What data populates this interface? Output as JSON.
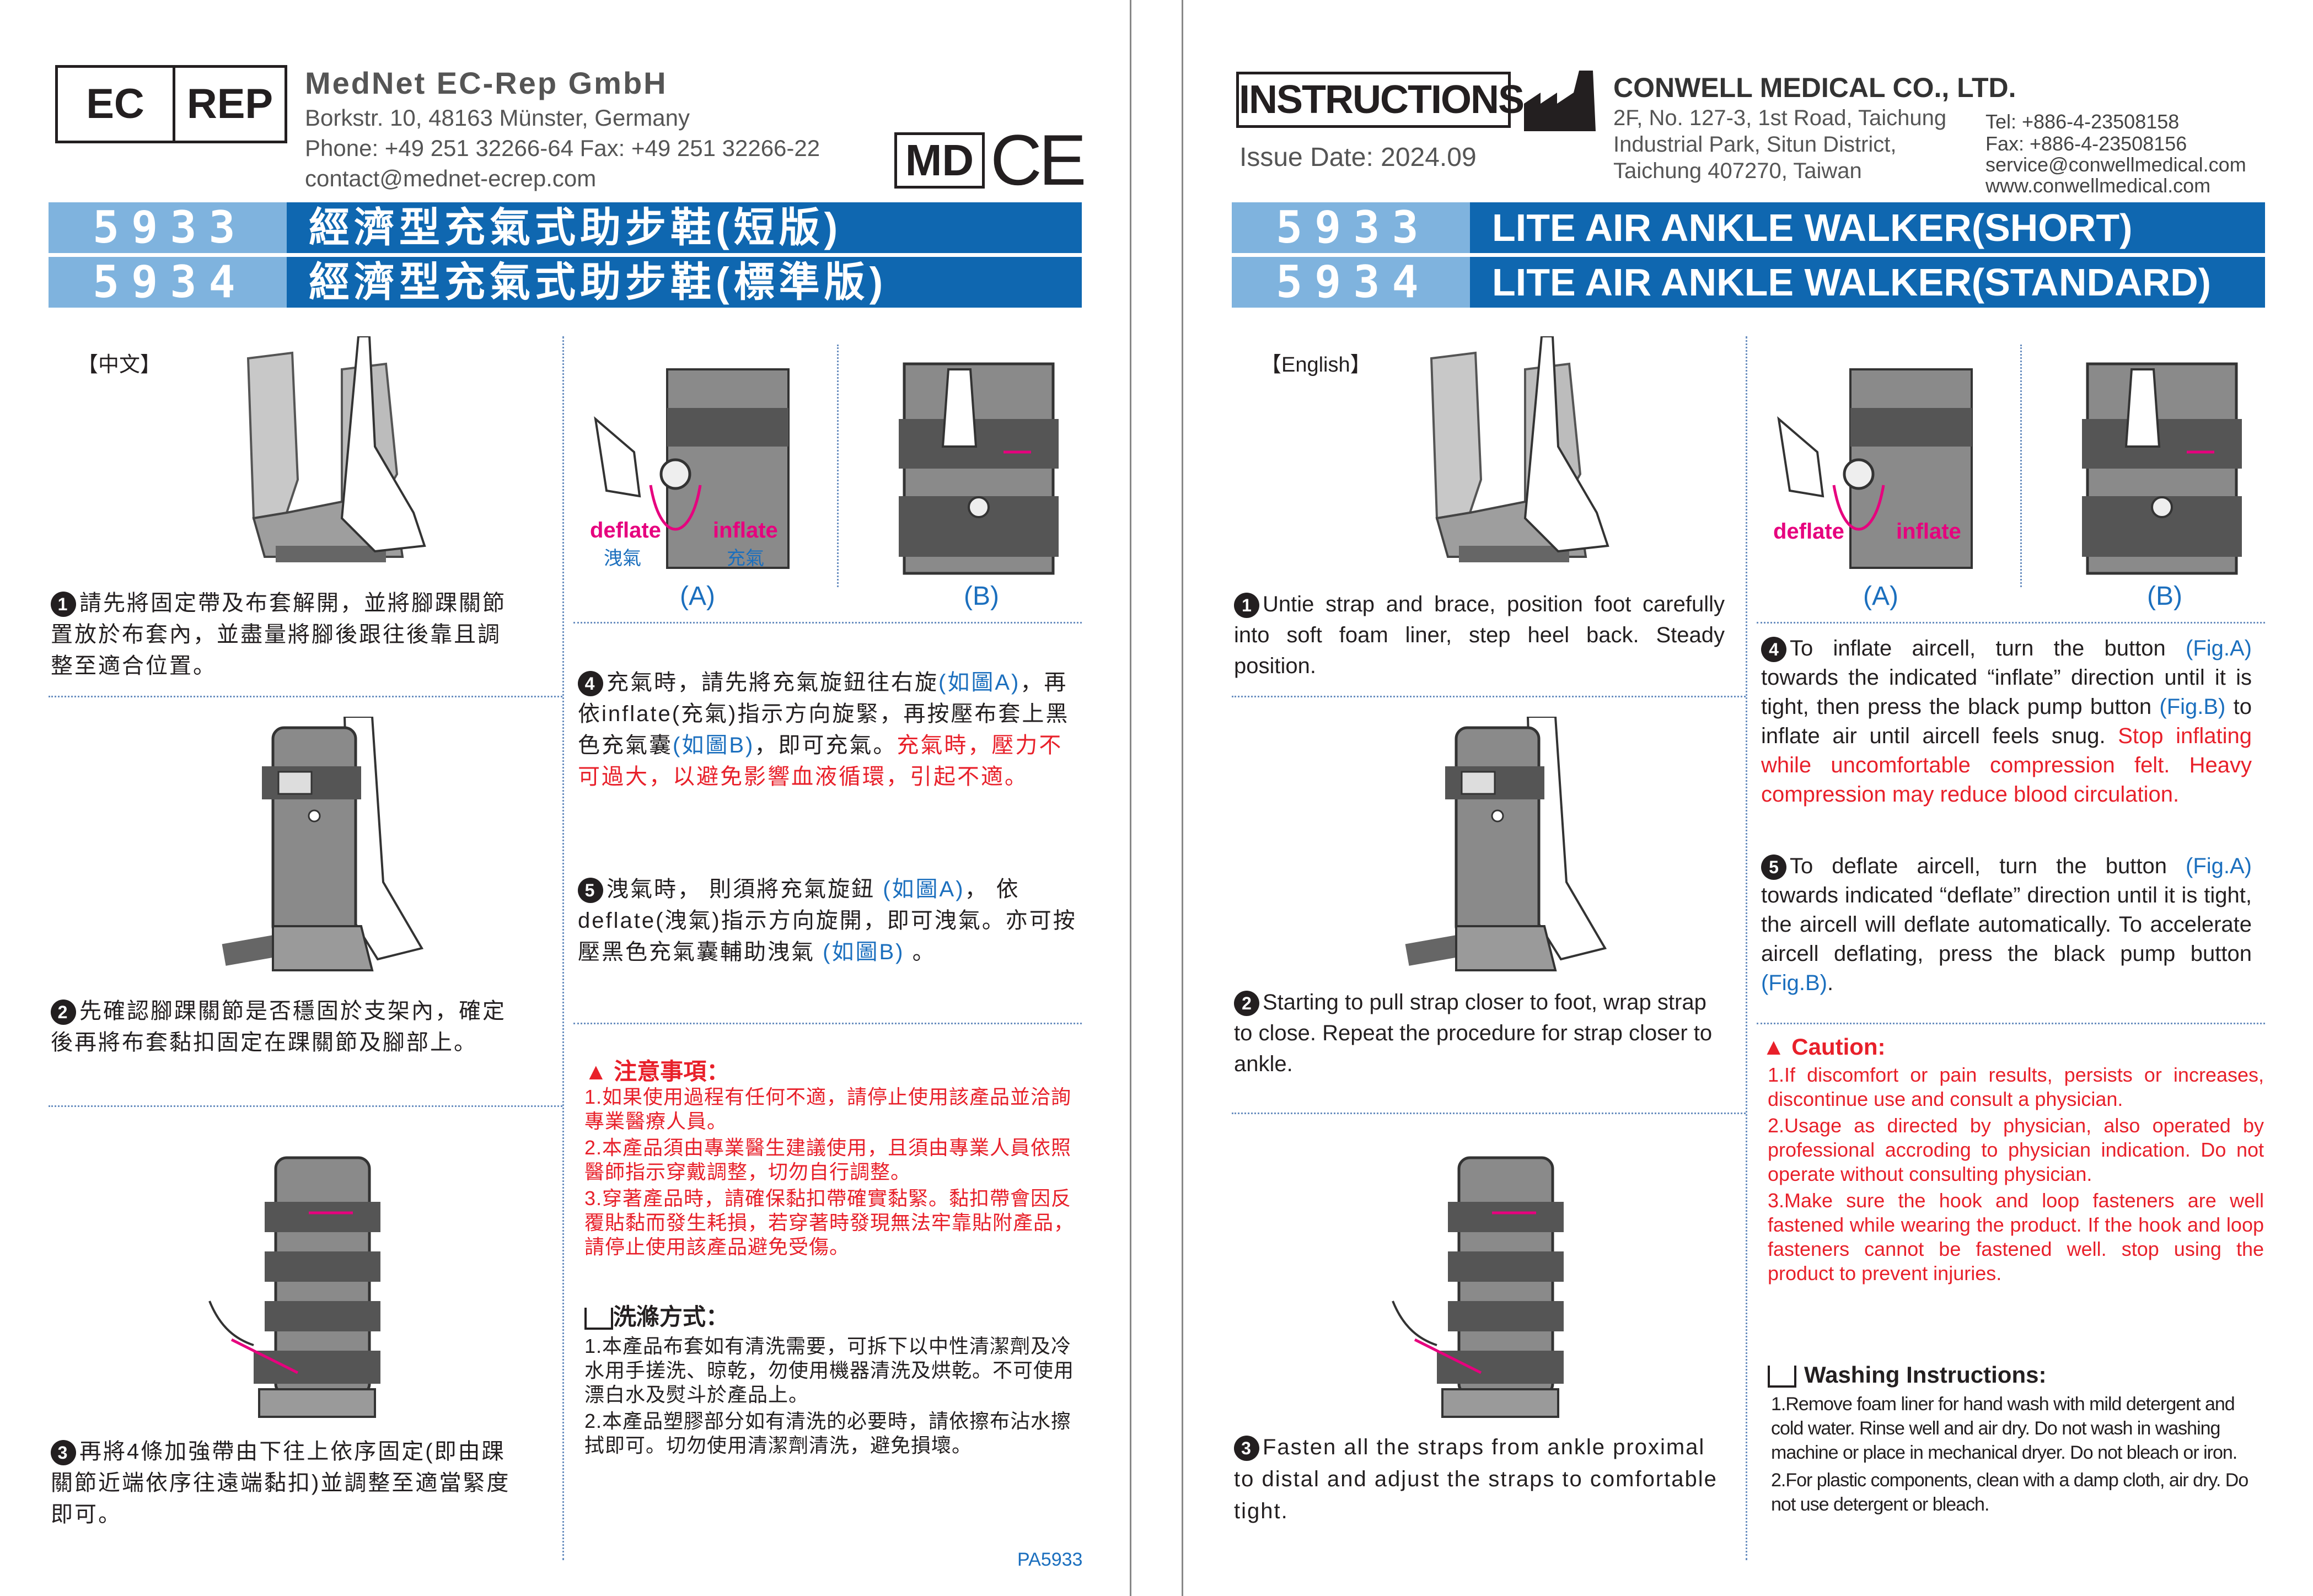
{
  "left": {
    "ecrep": {
      "ec": "EC",
      "rep": "REP"
    },
    "company": {
      "name": "MedNet EC-Rep GmbH",
      "address": "Borkstr. 10, 48163 Münster, Germany",
      "phone": "Phone: +49 251 32266-64  Fax: +49 251 32266-22",
      "email": "contact@mednet-ecrep.com"
    },
    "md": "MD",
    "ce": "CE",
    "bands": [
      {
        "num": "5933",
        "title": "經濟型充氣式助步鞋(短版)"
      },
      {
        "num": "5934",
        "title": "經濟型充氣式助步鞋(標準版)"
      }
    ],
    "lang": "【中文】",
    "fig_labels": {
      "a": "(A)",
      "b": "(B)",
      "deflate": "deflate",
      "inflate": "inflate",
      "deflate_zh": "洩氣",
      "inflate_zh": "充氣"
    },
    "steps": {
      "s1": {
        "n": "1",
        "text": "請先將固定帶及布套解開，並將腳踝關節置放於布套內，並盡量將腳後跟往後靠且調整至適合位置。"
      },
      "s2": {
        "n": "2",
        "text": "先確認腳踝關節是否穩固於支架內，確定後再將布套黏扣固定在踝關節及腳部上。"
      },
      "s3": {
        "n": "3",
        "text": "再將4條加強帶由下往上依序固定(即由踝關節近端依序往遠端黏扣)並調整至適當緊度即可。"
      },
      "s4": {
        "n": "4",
        "a": "充氣時，請先將充氣旋鈕往右旋",
        "b": "(如圖A)",
        "c": "，再依inflate(充氣)指示方向旋緊，再按壓布套上黑色充氣囊",
        "d": "(如圖B)",
        "e": "，即可充氣。",
        "red": "充氣時，壓力不可過大，以避免影響血液循環，引起不適。"
      },
      "s5": {
        "n": "5",
        "a": "洩氣時， 則須將充氣旋鈕 ",
        "b": "(如圖A)",
        "c": "， 依deflate(洩氣)指示方向旋開，即可洩氣。亦可按壓黑色充氣囊輔助洩氣 ",
        "d": "(如圖B)",
        "e": " 。"
      }
    },
    "caution": {
      "title": "注意事項：",
      "items": [
        "1.如果使用過程有任何不適，請停止使用該產品並洽詢專業醫療人員。",
        "2.本產品須由專業醫生建議使用，且須由專業人員依照醫師指示穿戴調整，切勿自行調整。",
        "3.穿著產品時，請確保黏扣帶確實黏緊。黏扣帶會因反覆貼黏而發生耗損，若穿著時發現無法牢靠貼附產品，請停止使用該產品避免受傷。"
      ]
    },
    "washing": {
      "title": "洗滌方式：",
      "items": [
        "1.本產品布套如有清洗需要，可拆下以中性清潔劑及冷水用手搓洗、晾乾，勿使用機器清洗及烘乾。不可使用漂白水及熨斗於產品上。",
        "2.本產品塑膠部分如有清洗的必要時，請依擦布沾水擦拭即可。切勿使用清潔劑清洗，避免損壞。"
      ]
    },
    "code": "PA5933"
  },
  "right": {
    "instructions": "INSTRUCTIONS",
    "issue_date": "Issue Date: 2024.09",
    "company": {
      "name": "CONWELL MEDICAL CO., LTD.",
      "addr1": "2F, No. 127-3, 1st Road, Taichung",
      "addr2": "Industrial Park, Situn District,",
      "addr3": "Taichung 407270, Taiwan",
      "tel": "Tel: +886-4-23508158",
      "fax": "Fax: +886-4-23508156",
      "email": "service@conwellmedical.com",
      "web": "www.conwellmedical.com"
    },
    "bands": [
      {
        "num": "5933",
        "title": "LITE AIR ANKLE WALKER(SHORT)"
      },
      {
        "num": "5934",
        "title": "LITE AIR ANKLE WALKER(STANDARD)"
      }
    ],
    "lang": "【English】",
    "fig_labels": {
      "a": "(A)",
      "b": "(B)",
      "deflate": "deflate",
      "inflate": "inflate"
    },
    "steps": {
      "s1": {
        "n": "1",
        "text": "Untie strap and brace, position foot carefully into soft foam liner, step heel back. Steady position."
      },
      "s2": {
        "n": "2",
        "text": "Starting to pull strap closer to foot, wrap strap to close. Repeat the procedure for strap closer to ankle."
      },
      "s3": {
        "n": "3",
        "text": "Fasten all the straps from ankle proximal to distal and adjust the straps to comfortable tight."
      },
      "s4": {
        "n": "4",
        "a": "To inflate aircell, turn the button ",
        "b": "(Fig.A)",
        "c": " towards the indicated “inflate” direction until it is tight, then press the black pump button ",
        "d": "(Fig.B)",
        "e": " to inflate air until aircell feels snug. ",
        "red": "Stop inflating while uncomfortable compression felt. Heavy compression may reduce blood circulation."
      },
      "s5": {
        "n": "5",
        "a": "To deflate aircell, turn the button ",
        "b": "(Fig.A)",
        "c": " towards indicated “deflate” direction until it is tight, the aircell will deflate automatically. To accelerate aircell deflating, press the black pump button ",
        "d": "(Fig.B)",
        "e": "."
      }
    },
    "caution": {
      "title": "Caution:",
      "items": [
        "1.If discomfort or pain results, persists or increases, discontinue use and consult a physician.",
        "2.Usage as directed by physician, also operated by professional accroding to physician indication. Do not operate without consulting physician.",
        "3.Make sure the hook and loop fasteners are well fastened while wearing the product. If the hook and loop fasteners cannot be fastened well. stop using the product to prevent injuries."
      ]
    },
    "washing": {
      "title": "Washing Instructions:",
      "items": [
        "1.Remove foam liner for hand wash with mild detergent and cold water. Rinse well and air dry. Do not wash in washing machine or place in mechanical dryer. Do not bleach or iron.",
        "2.For plastic components, clean with a damp cloth, air dry. Do not use detergent or bleach."
      ]
    }
  },
  "colors": {
    "band_light": "#7fb3de",
    "band_dark": "#0f67b0",
    "accent_blue": "#1b6fbe",
    "warn_red": "#e8202a",
    "magenta": "#e6007e"
  }
}
